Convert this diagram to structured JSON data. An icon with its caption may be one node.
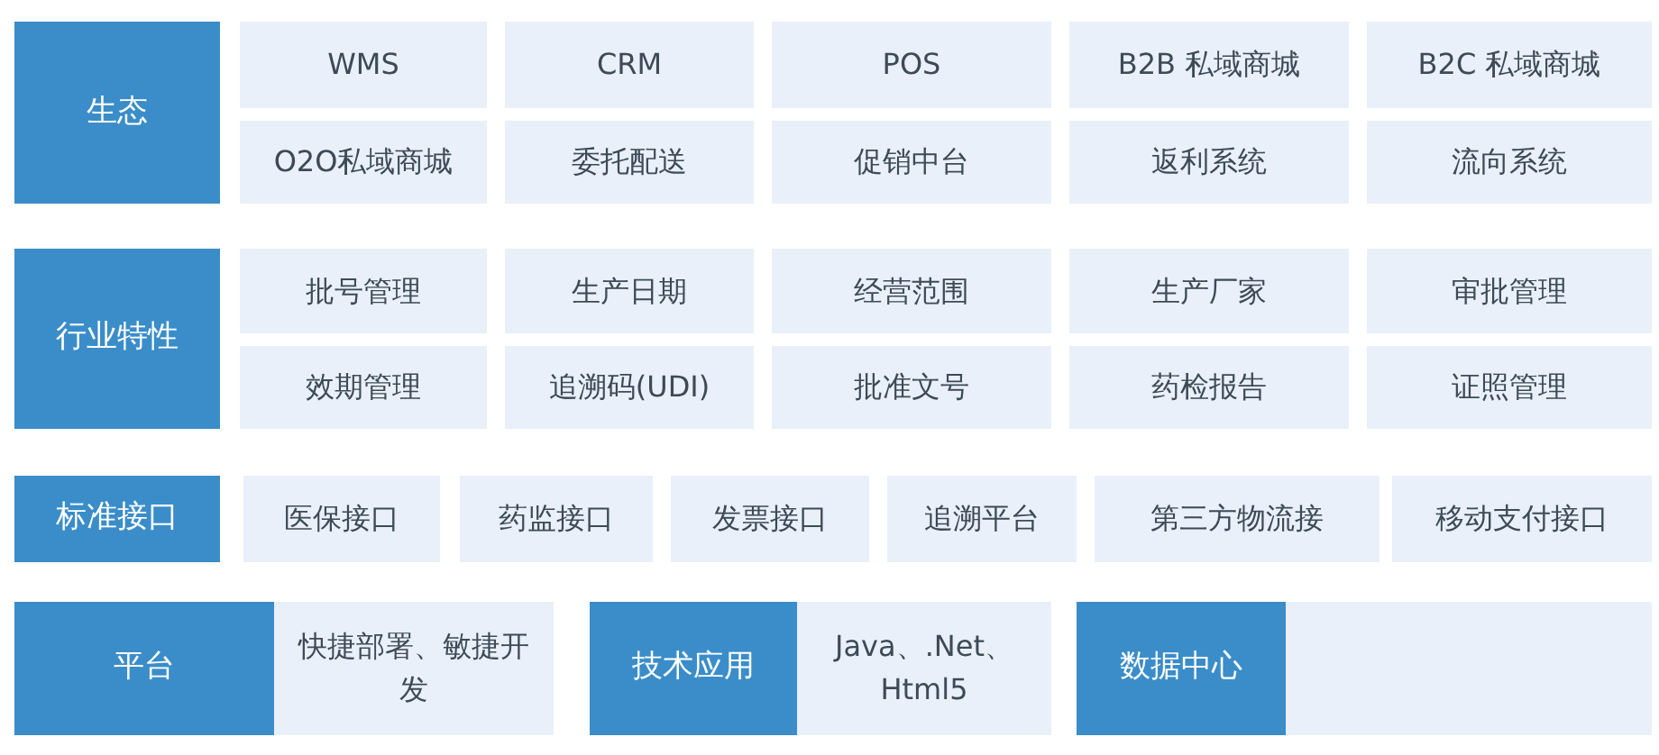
{
  "diagram": {
    "nodes": [
      {
        "text": [
          "生态"
        ]
      },
      {
        "text": [
          "WMS"
        ]
      },
      {
        "text": [
          "CRM"
        ]
      },
      {
        "text": [
          "POS"
        ]
      },
      {
        "text": [
          "B2B 私域商城"
        ]
      },
      {
        "text": [
          "B2C 私域商城"
        ]
      },
      {
        "text": [
          "O2O私域商城"
        ]
      },
      {
        "text": [
          "委托配送"
        ]
      },
      {
        "text": [
          "促销中台"
        ]
      },
      {
        "text": [
          "返利系统"
        ]
      },
      {
        "text": [
          "流向系统"
        ]
      },
      {
        "text": [
          "行业特性"
        ]
      },
      {
        "text": [
          "批号管理"
        ]
      },
      {
        "text": [
          "生产日期"
        ]
      },
      {
        "text": [
          "经营范围"
        ]
      },
      {
        "text": [
          "生产厂家"
        ]
      },
      {
        "text": [
          "审批管理"
        ]
      },
      {
        "text": [
          "效期管理"
        ]
      },
      {
        "text": [
          "追溯码(UDI)"
        ]
      },
      {
        "text": [
          "批准文号"
        ]
      },
      {
        "text": [
          "药检报告"
        ]
      },
      {
        "text": [
          "证照管理"
        ]
      },
      {
        "text": [
          "标准接口"
        ]
      },
      {
        "text": [
          "医保接口"
        ]
      },
      {
        "text": [
          "药监接口"
        ]
      },
      {
        "text": [
          "发票接口"
        ]
      },
      {
        "text": [
          "追溯平台"
        ]
      },
      {
        "text": [
          "第三方物流接"
        ]
      },
      {
        "text": [
          "移动支付接口"
        ]
      },
      {
        "text": [
          "平台"
        ]
      },
      {
        "text": [
          "快捷部署、敏捷开发"
        ]
      },
      {
        "text": [
          "技术应用"
        ]
      },
      {
        "text": [
          "Java、.Net、Html5"
        ]
      },
      {
        "text": [
          "数据中心"
        ]
      },
      {
        "text": [],
        "shape": "box"
      }
    ]
  }
}
